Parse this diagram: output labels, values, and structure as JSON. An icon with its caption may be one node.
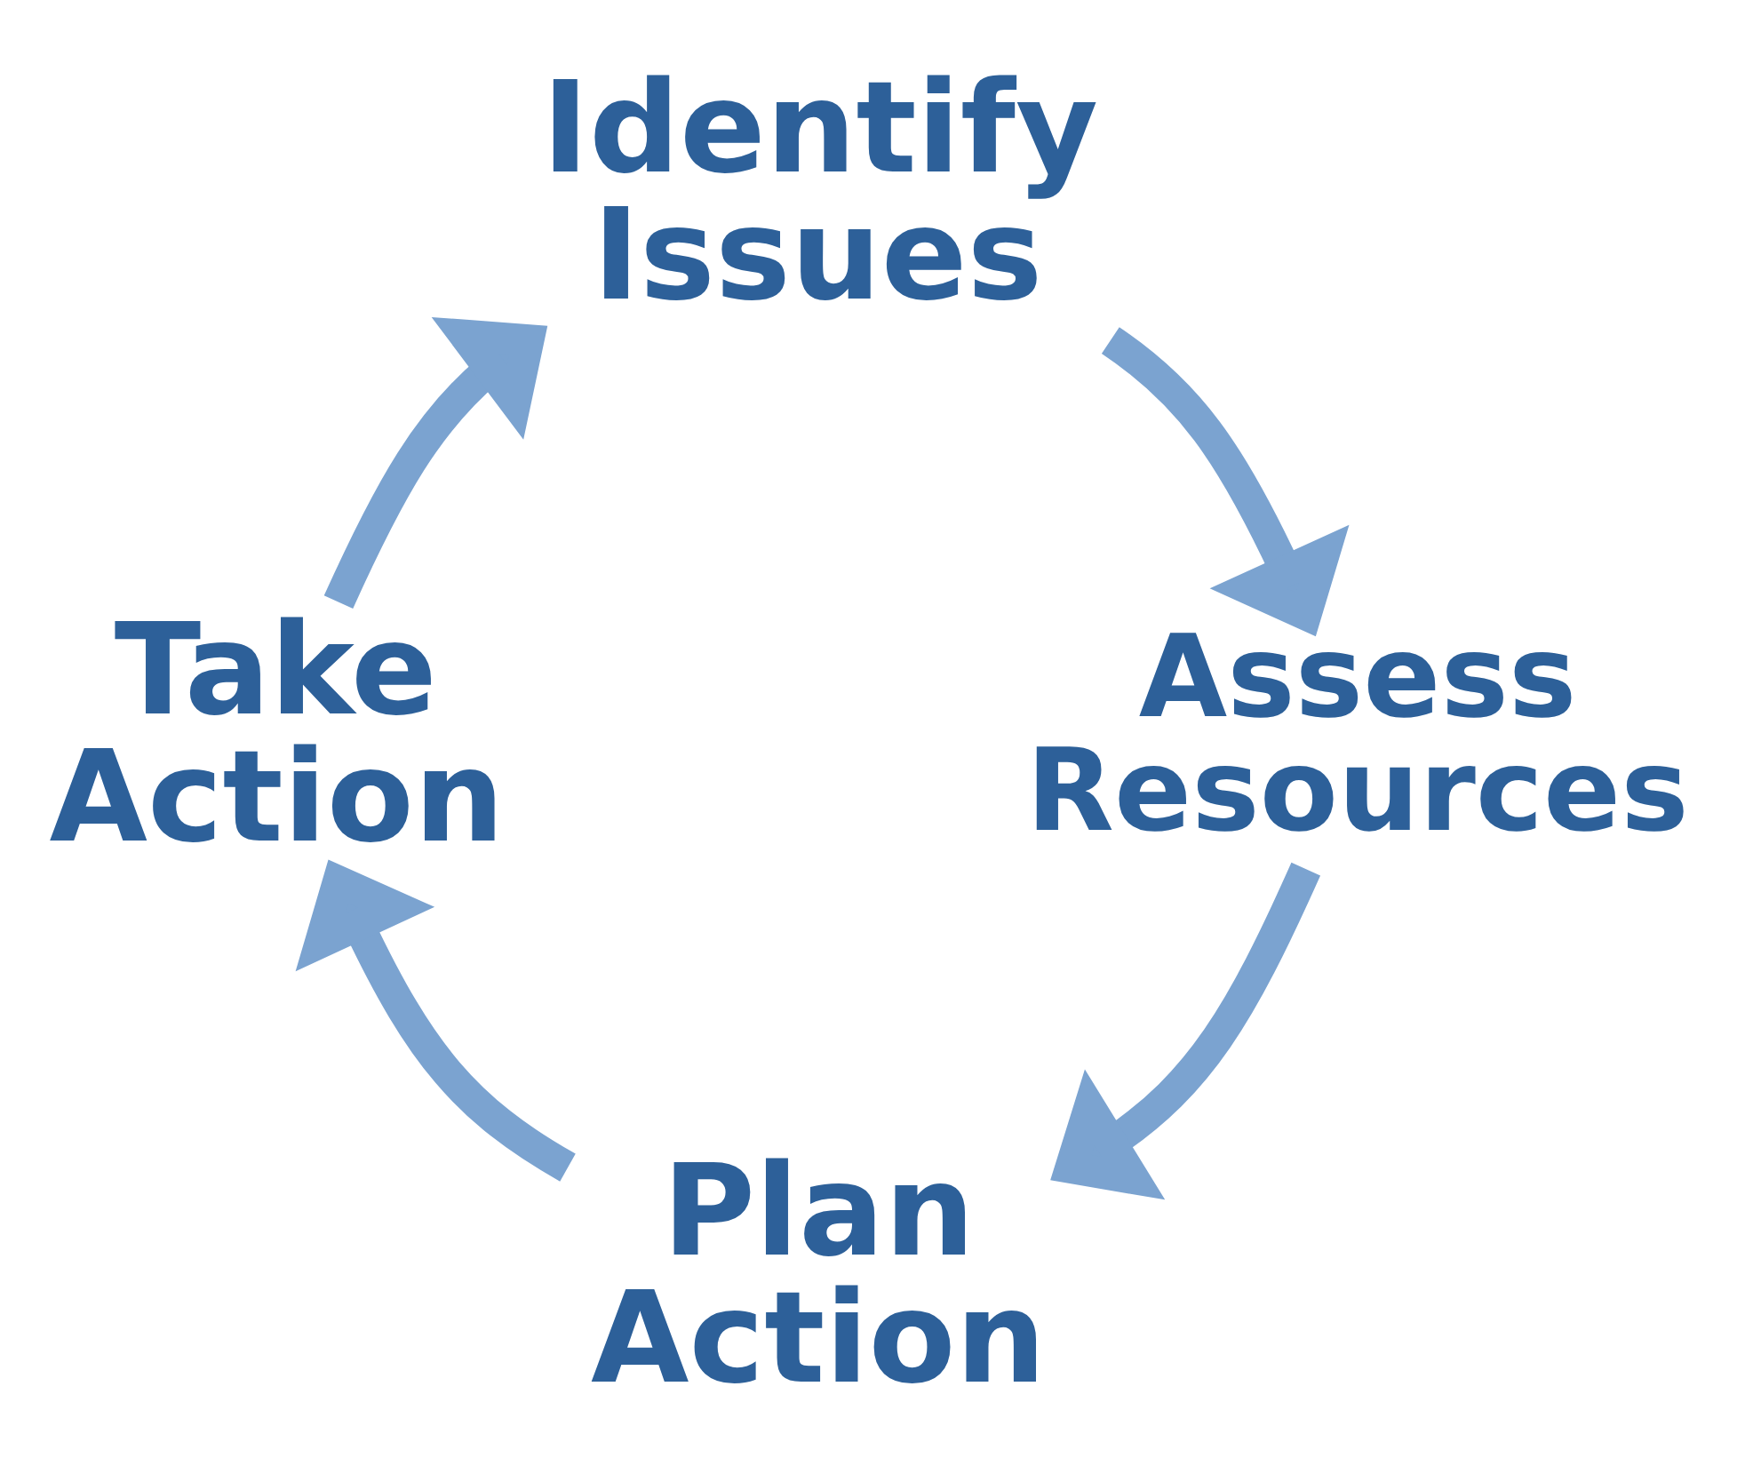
{
  "diagram": {
    "nodes": [
      {
        "text": [
          "Identify Issues"
        ]
      },
      {
        "text": [
          "Assess Resources"
        ]
      },
      {
        "text": [
          "Plan Action"
        ]
      },
      {
        "text": [
          "Take Action"
        ]
      }
    ],
    "edges": [
      {
        "from": 0,
        "to": 1,
        "arrow": "to"
      },
      {
        "from": 1,
        "to": 2,
        "arrow": "to"
      },
      {
        "from": 2,
        "to": 3,
        "arrow": "to"
      },
      {
        "from": 3,
        "to": 0,
        "arrow": "to"
      }
    ]
  }
}
